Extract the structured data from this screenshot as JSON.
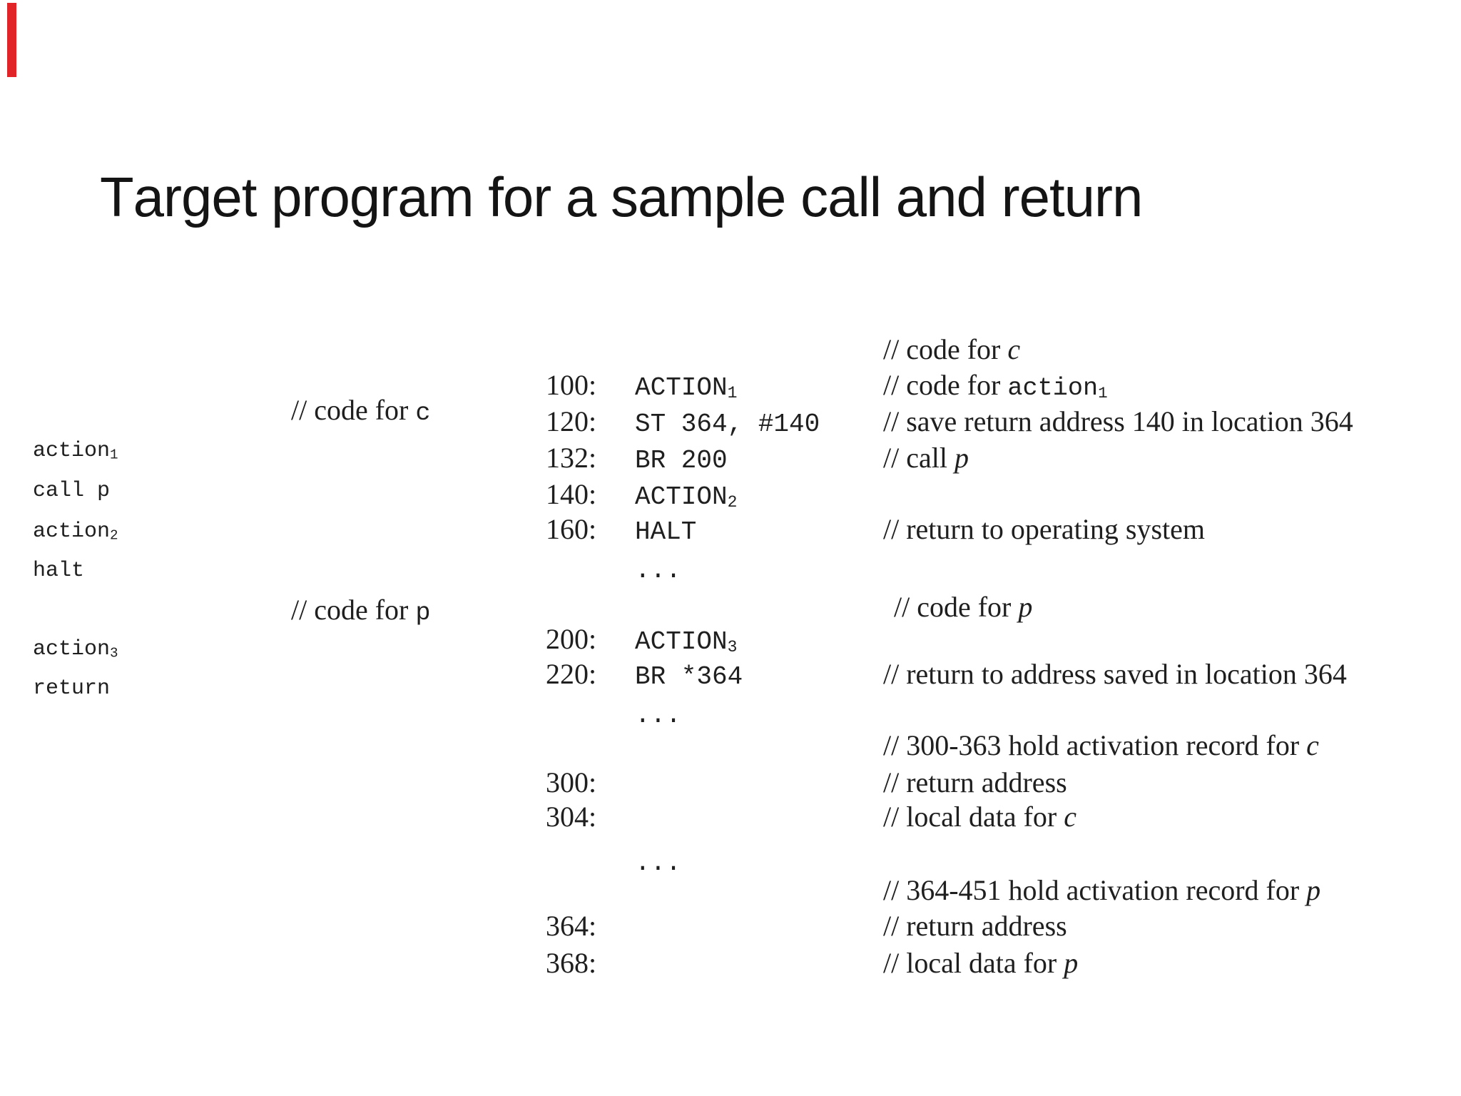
{
  "slide": {
    "title": "Target program for a sample call and return"
  },
  "colors": {
    "background": "#ffffff",
    "text": "#1f1f1f",
    "accent_red": "#e02428"
  },
  "left_program": {
    "comment_c": {
      "pre": "// code for ",
      "code": "c"
    },
    "comment_p": {
      "pre": "// code for ",
      "code": "p"
    },
    "action1": {
      "base": "action",
      "sub": "1"
    },
    "call_p": {
      "text": "call p"
    },
    "action2": {
      "base": "action",
      "sub": "2"
    },
    "halt": {
      "text": "halt"
    },
    "action3": {
      "base": "action",
      "sub": "3"
    },
    "return": {
      "text": "return"
    }
  },
  "target_program": {
    "ellipsis": "...",
    "rows": [
      {
        "addr": "100:",
        "base": "ACTION",
        "sub": "1"
      },
      {
        "addr": "120:",
        "base": "ST 364, #140"
      },
      {
        "addr": "132:",
        "base": "BR 200"
      },
      {
        "addr": "140:",
        "base": "ACTION",
        "sub": "2"
      },
      {
        "addr": "160:",
        "base": "HALT"
      },
      {
        "addr": "200:",
        "base": "ACTION",
        "sub": "3"
      },
      {
        "addr": "220:",
        "base": "BR *364"
      },
      {
        "addr": "300:"
      },
      {
        "addr": "304:"
      },
      {
        "addr": "364:"
      },
      {
        "addr": "368:"
      }
    ]
  },
  "comments": {
    "code_for_c": {
      "pre": "// code for ",
      "var": "c"
    },
    "code_for_action1": {
      "pre": "// code for ",
      "code": "action",
      "sub": "1"
    },
    "save_return": {
      "text": "// save return address 140 in location 364"
    },
    "call_p": {
      "pre": "// call ",
      "var": "p"
    },
    "return_os": {
      "text": "// return to operating system"
    },
    "code_for_p": {
      "pre": "// code for ",
      "var": "p"
    },
    "return_saved": {
      "text": "// return to address saved in location 364"
    },
    "ar_c": {
      "pre": "// 300-363 hold activation record for ",
      "var": "c"
    },
    "return_address_c": {
      "text": "// return address"
    },
    "local_c": {
      "pre": "// local data for ",
      "var": "c"
    },
    "ar_p": {
      "pre": "// 364-451 hold activation record for ",
      "var": "p"
    },
    "return_address_p": {
      "text": "// return address"
    },
    "local_p": {
      "pre": "// local data for ",
      "var": "p"
    }
  }
}
